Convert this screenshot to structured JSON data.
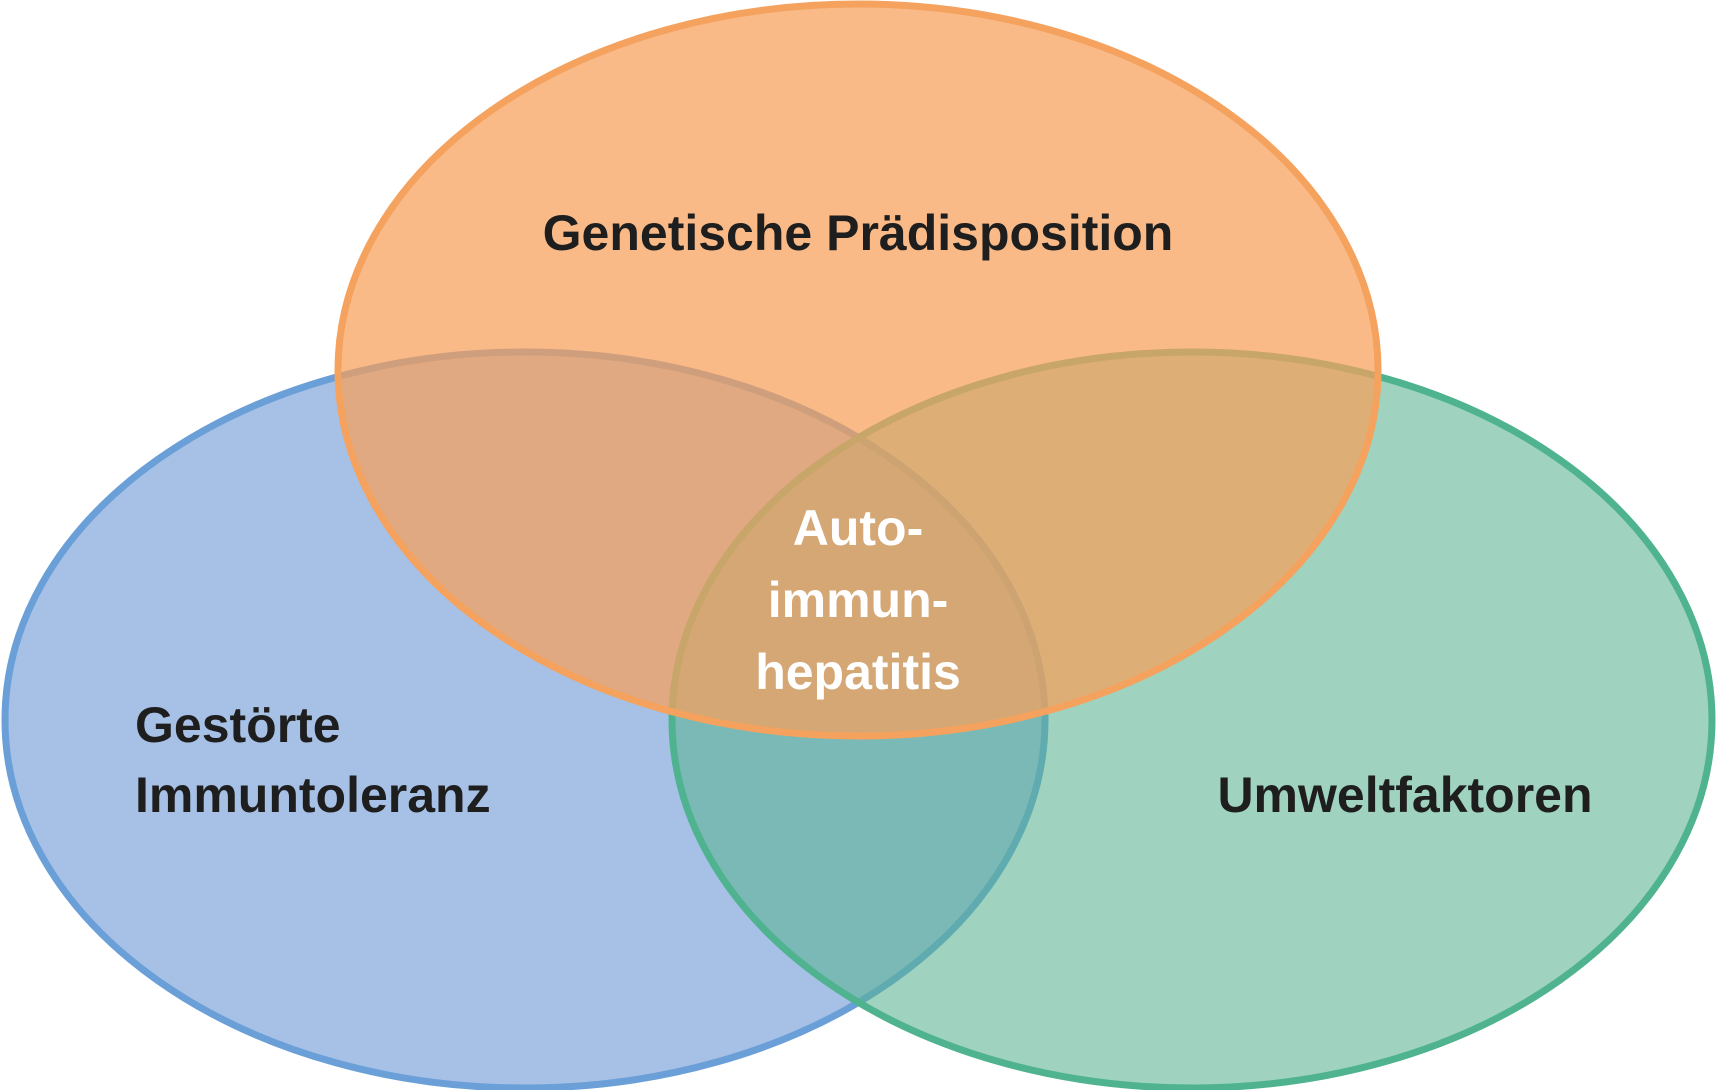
{
  "sets": {
    "genetic": {
      "label": "Genetische Prädisposition",
      "fill": "#f6a05a",
      "stroke": "#f4a25e"
    },
    "immune": {
      "label_line1": "Gestörte",
      "label_line2": "Immuntoleranz",
      "fill": "#6c98d6",
      "stroke": "#6a9fd8"
    },
    "environment": {
      "label": "Umweltfaktoren",
      "fill": "#5ab493",
      "stroke": "#4fb38f"
    }
  },
  "center": {
    "line1": "Auto-",
    "line2": "immun-",
    "line3": "hepatitis"
  }
}
